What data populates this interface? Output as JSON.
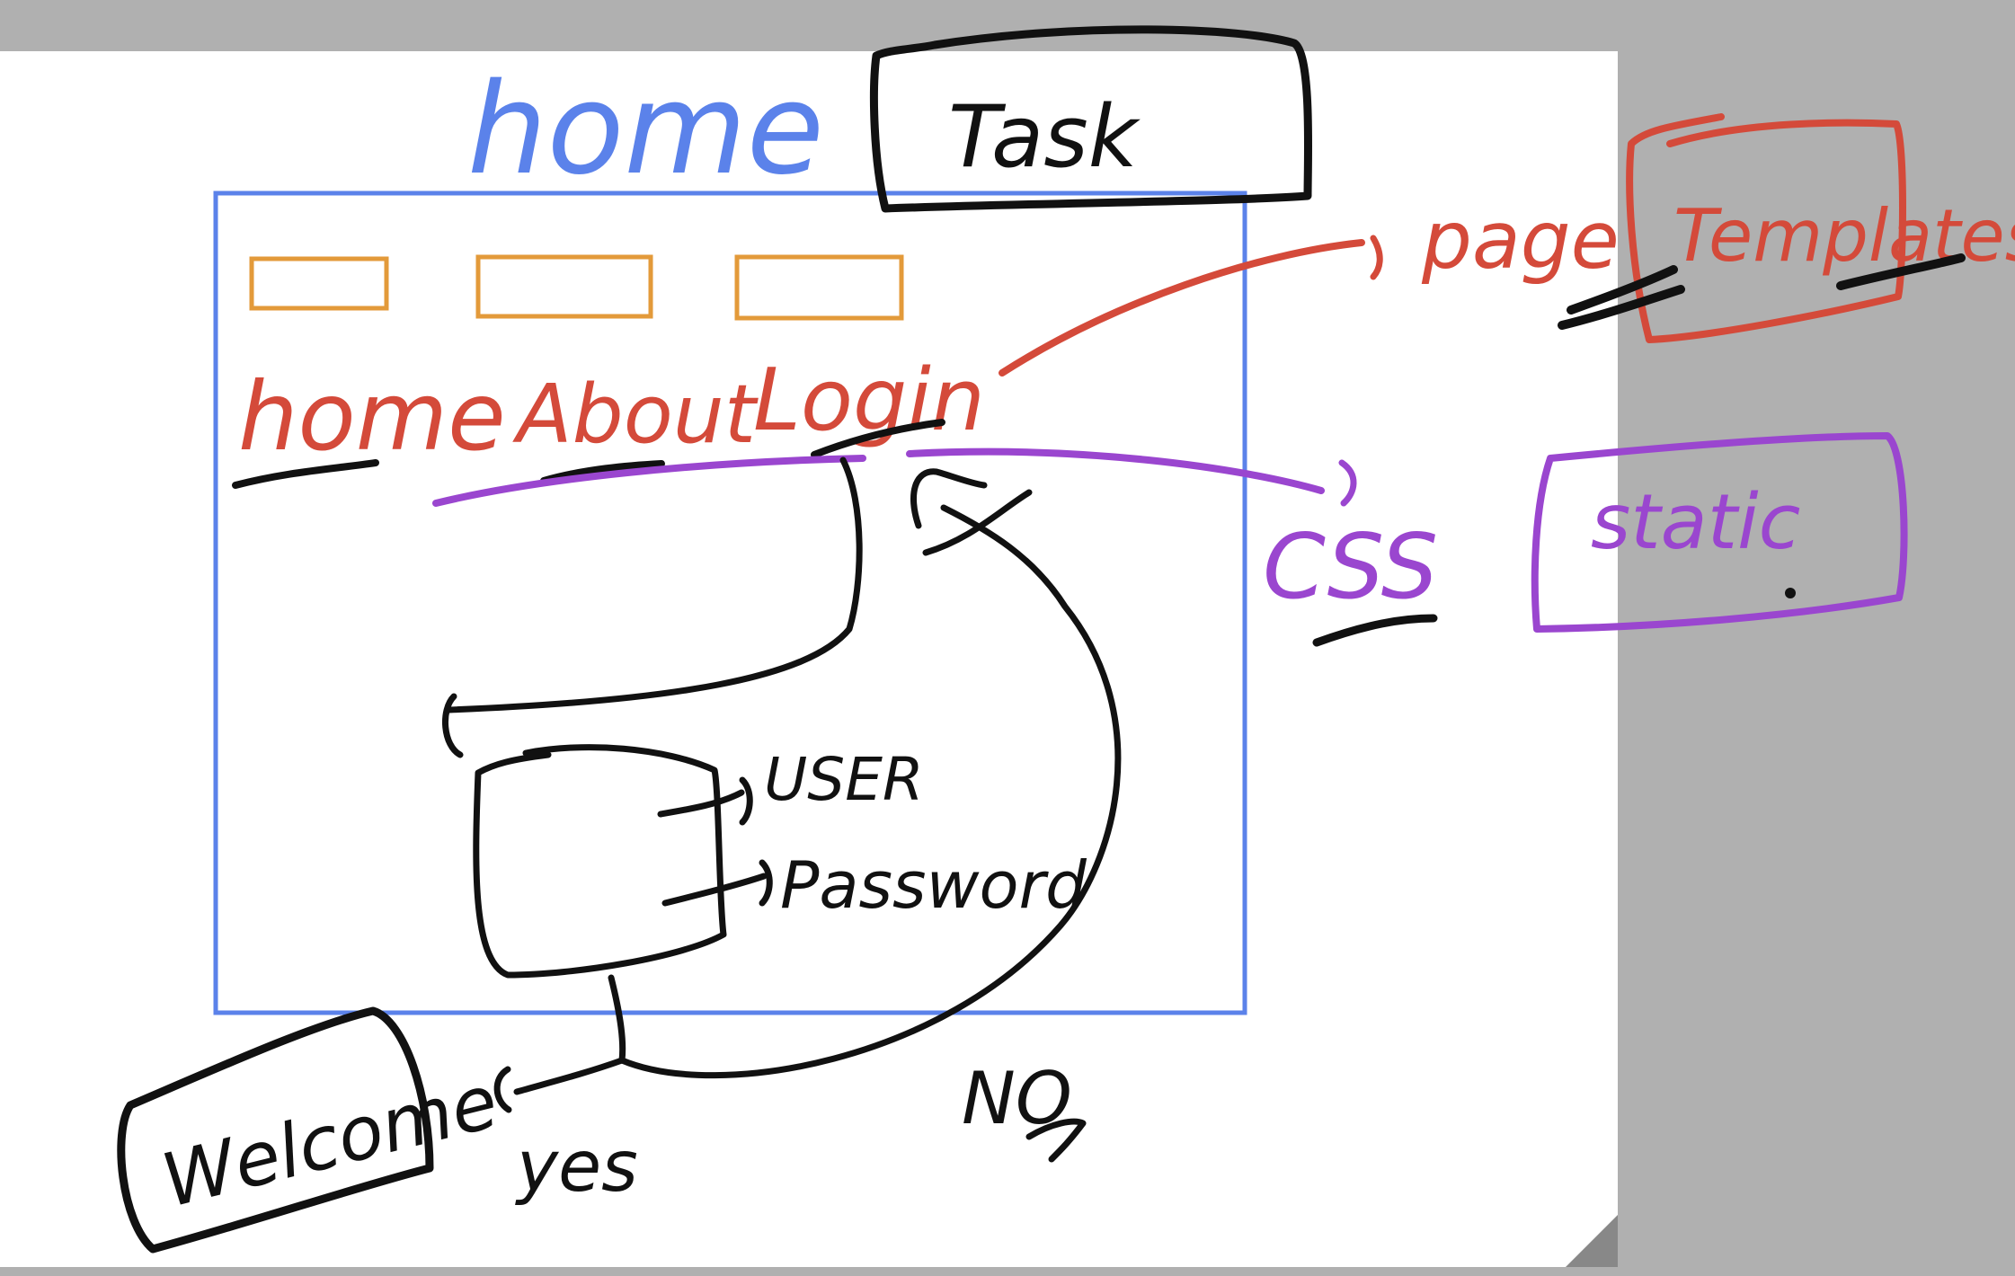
{
  "colors": {
    "blue": "#5b82ea",
    "red": "#d44a3a",
    "orange": "#e39a3a",
    "purple": "#9a46cf",
    "black": "#111111",
    "canvas": "#ffffff",
    "background": "#b0b0b0"
  },
  "diagram": {
    "home_heading": "home",
    "task_box": "Task",
    "nav": {
      "home": "home",
      "about": "About",
      "login": "Login"
    },
    "page_label": "page",
    "templates_box": "Templates",
    "css_label": "CSS",
    "static_box": "static",
    "user_label": "USER",
    "password_label": "Password",
    "welcome_box": "Welcome",
    "yes_label": "yes",
    "no_label": "NO"
  }
}
